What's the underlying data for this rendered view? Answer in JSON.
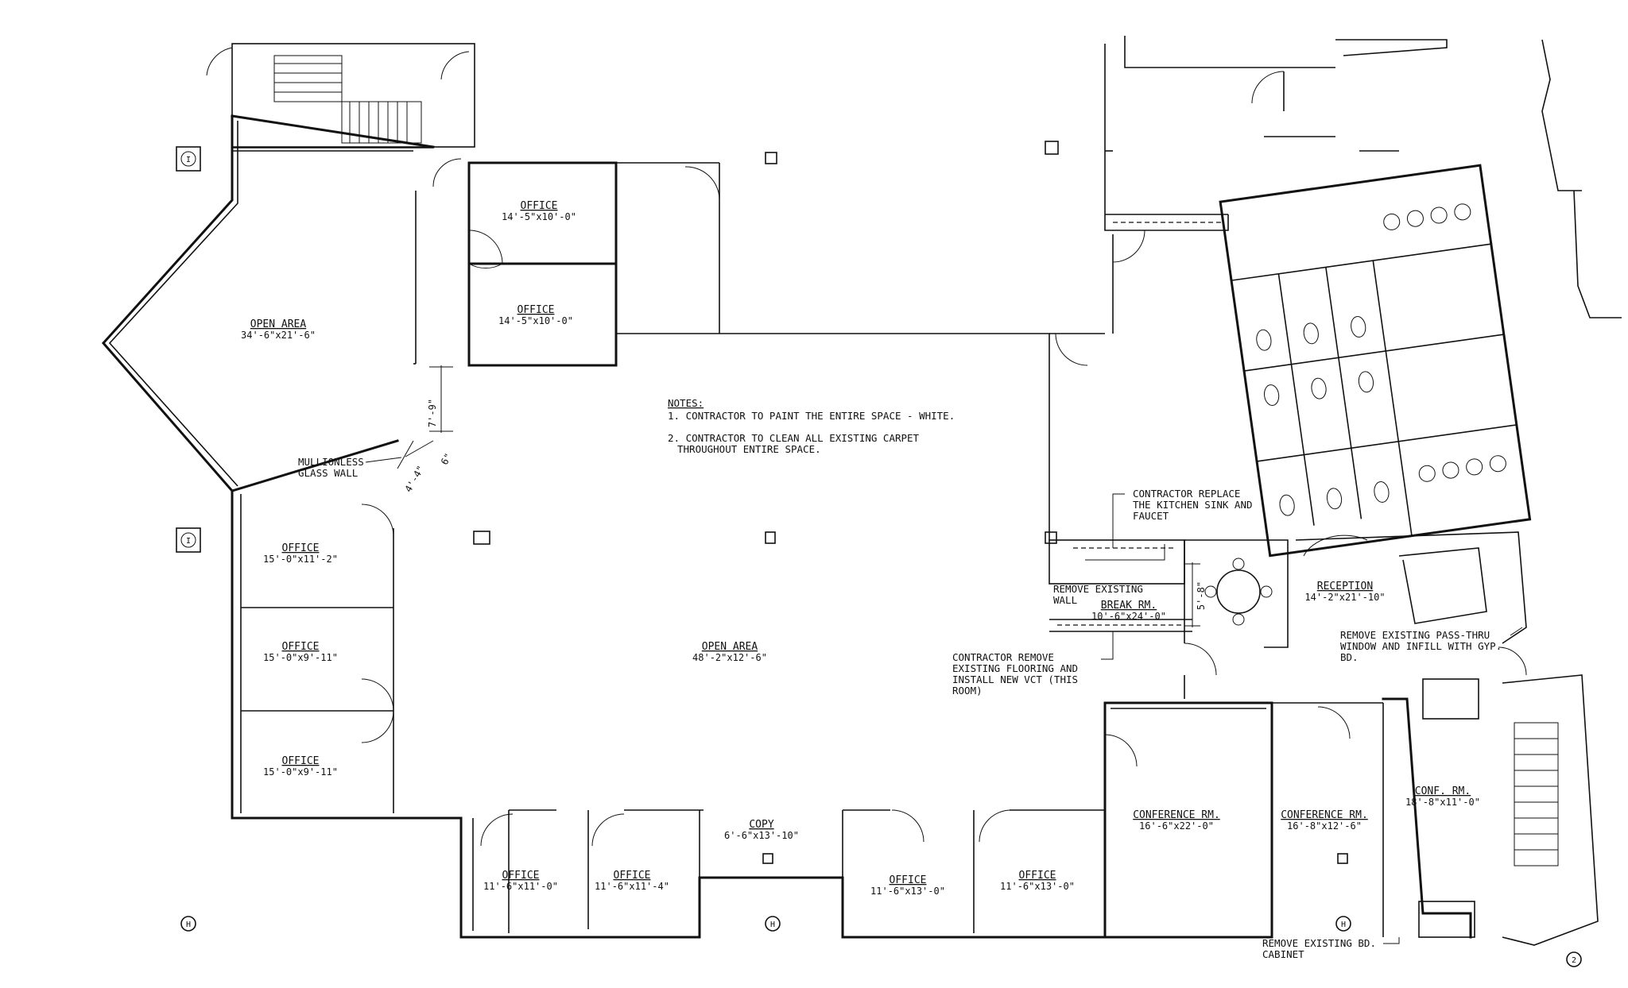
{
  "rooms": [
    {
      "id": "open-area-west",
      "name": "OPEN AREA",
      "size": "34'-6\"x21'-6\""
    },
    {
      "id": "office-north-1",
      "name": "OFFICE",
      "size": "14'-5\"x10'-0\""
    },
    {
      "id": "office-north-2",
      "name": "OFFICE",
      "size": "14'-5\"x10'-0\""
    },
    {
      "id": "office-west-1",
      "name": "OFFICE",
      "size": "15'-0\"x11'-2\""
    },
    {
      "id": "office-west-2",
      "name": "OFFICE",
      "size": "15'-0\"x9'-11\""
    },
    {
      "id": "office-west-3",
      "name": "OFFICE",
      "size": "15'-0\"x9'-11\""
    },
    {
      "id": "open-area-main",
      "name": "OPEN AREA",
      "size": "48'-2\"x12'-6\""
    },
    {
      "id": "office-south-1",
      "name": "OFFICE",
      "size": "11'-6\"x11'-0\""
    },
    {
      "id": "office-south-2",
      "name": "OFFICE",
      "size": "11'-6\"x11'-4\""
    },
    {
      "id": "copy",
      "name": "COPY",
      "size": "6'-6\"x13'-10\""
    },
    {
      "id": "office-south-3",
      "name": "OFFICE",
      "size": "11'-6\"x13'-0\""
    },
    {
      "id": "office-south-4",
      "name": "OFFICE",
      "size": "11'-6\"x13'-0\""
    },
    {
      "id": "conference-1",
      "name": "CONFERENCE RM.",
      "size": "16'-6\"x22'-0\""
    },
    {
      "id": "conference-2",
      "name": "CONFERENCE RM.",
      "size": "16'-8\"x12'-6\""
    },
    {
      "id": "conf-rm",
      "name": "CONF. RM.",
      "size": "18'-8\"x11'-0\""
    },
    {
      "id": "break-rm",
      "name": "BREAK RM.",
      "size": "10'-6\"x24'-0\""
    },
    {
      "id": "reception",
      "name": "RECEPTION",
      "size": "14'-2\"x21'-10\""
    }
  ],
  "notes": {
    "heading": "NOTES:",
    "lines": [
      "1. CONTRACTOR TO PAINT THE ENTIRE SPACE - WHITE.",
      "2. CONTRACTOR TO CLEAN ALL EXISTING CARPET",
      "THROUGHOUT ENTIRE SPACE."
    ]
  },
  "annotations": {
    "glass_wall": [
      "MULLIONLESS",
      "GLASS WALL"
    ],
    "kitchen": [
      "CONTRACTOR REPLACE",
      "THE KITCHEN SINK AND",
      "FAUCET"
    ],
    "remove_wall": [
      "REMOVE EXISTING",
      "WALL"
    ],
    "flooring": [
      "CONTRACTOR REMOVE",
      "EXISTING FLOORING AND",
      "INSTALL NEW VCT (THIS",
      "ROOM)"
    ],
    "pass_thru": [
      "REMOVE EXISTING PASS-THRU",
      "WINDOW AND INFILL WITH GYP.",
      "BD."
    ],
    "cabinet": [
      "REMOVE EXISTING BD.",
      "CABINET"
    ]
  },
  "dimensions": {
    "d1": "7'-9\"",
    "d2": "4'-4\"",
    "d3": "6\"",
    "d4": "5'-8\""
  },
  "grid": {
    "i": "I",
    "h": "H"
  },
  "symbols": {
    "keyed": "2"
  }
}
